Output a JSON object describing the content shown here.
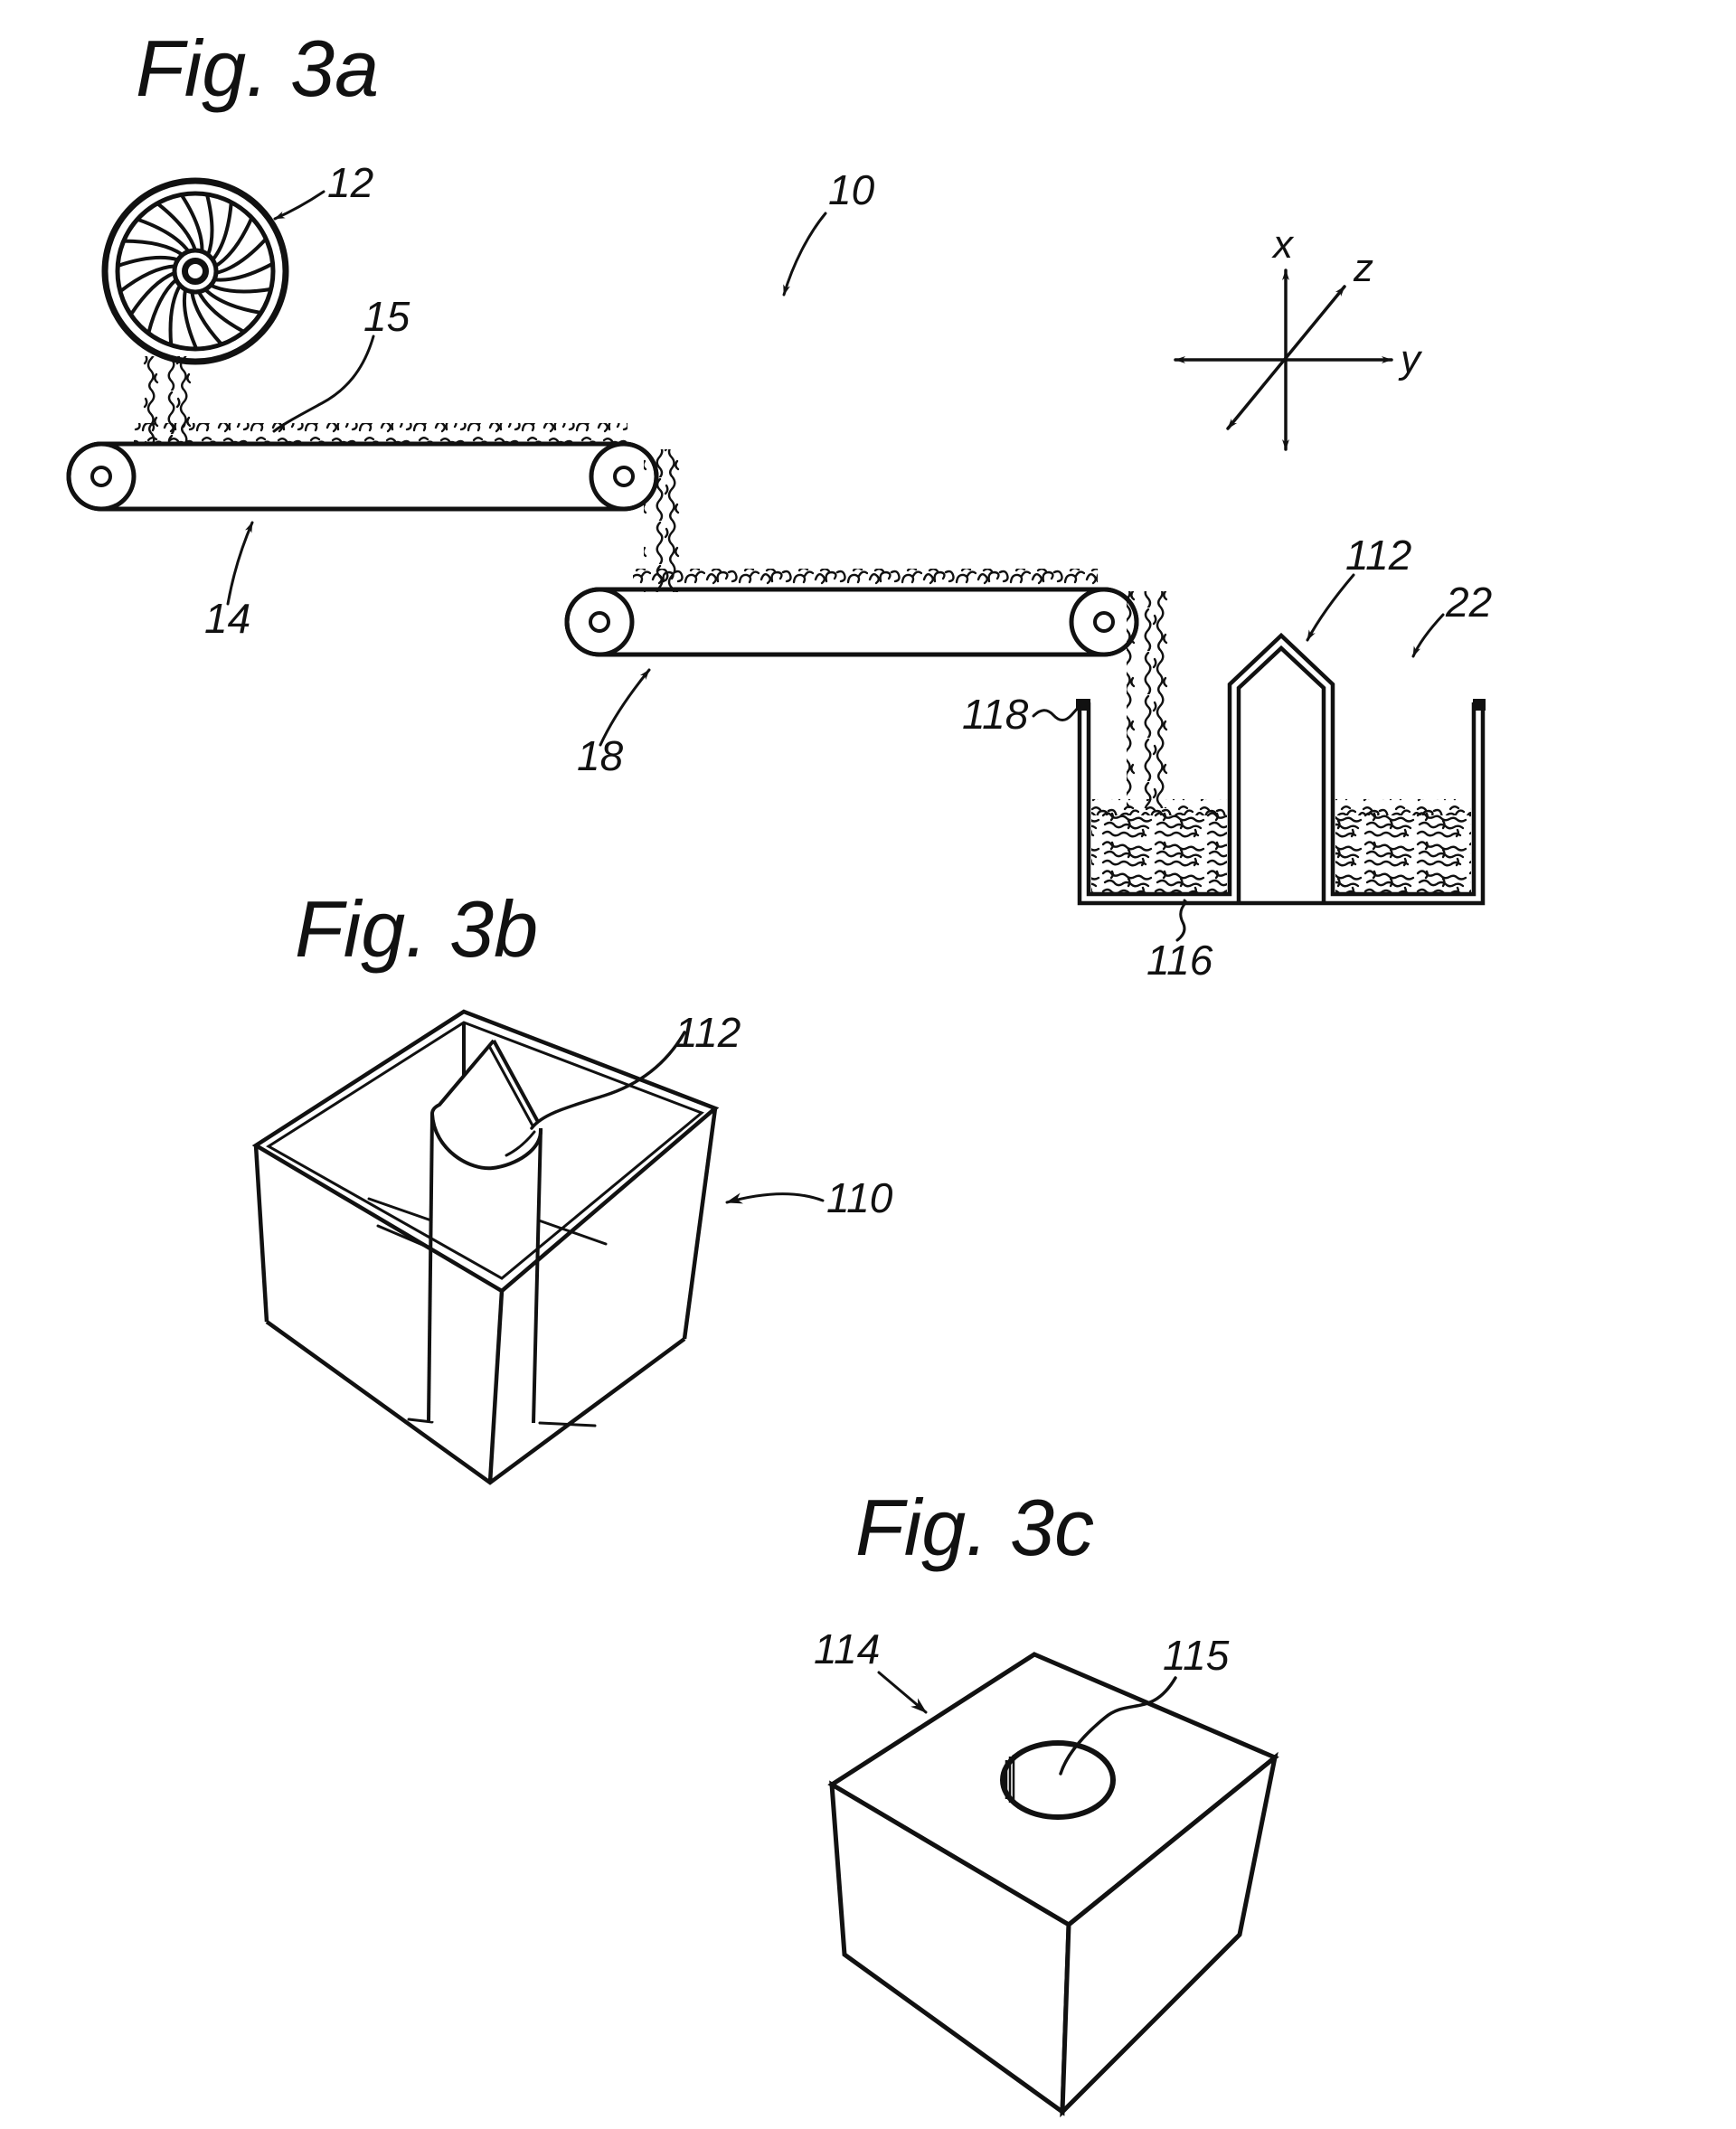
{
  "colors": {
    "ink": "#111111",
    "paper": "#ffffff"
  },
  "fig3a": {
    "title": "Fig. 3a",
    "axes": {
      "x": "x",
      "y": "y",
      "z": "z"
    },
    "labels": {
      "fan": "12",
      "fiber_web": "15",
      "system": "10",
      "conveyor1": "14",
      "conveyor2": "18",
      "mould_core": "112",
      "container": "22",
      "container_wall": "118",
      "fibre_fill": "116"
    }
  },
  "fig3b": {
    "title": "Fig. 3b",
    "labels": {
      "mould_core": "112",
      "mould": "110"
    }
  },
  "fig3c": {
    "title": "Fig. 3c",
    "labels": {
      "fibre_block": "114",
      "recess": "115"
    }
  }
}
